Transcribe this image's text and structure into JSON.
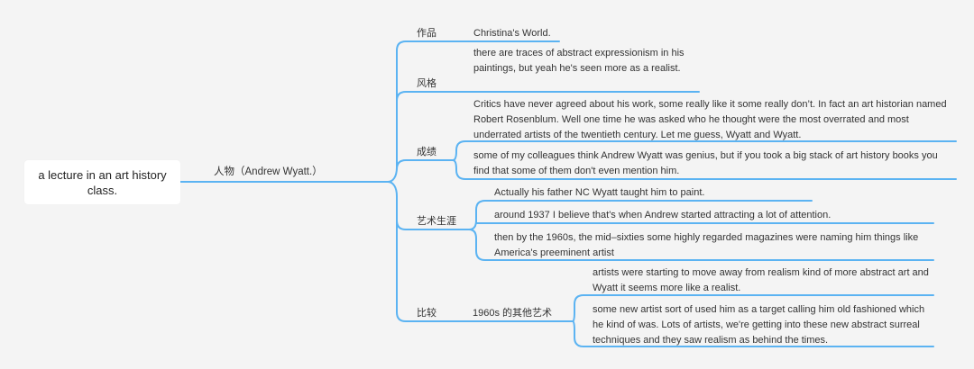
{
  "colors": {
    "line": "#5bb3f2",
    "background": "#f4f4f4",
    "root_bg": "#ffffff",
    "text": "#333333"
  },
  "root": {
    "text": "a lecture in an art history class."
  },
  "main_topic": {
    "text": "人物（Andrew Wyatt.）"
  },
  "branches": {
    "works": {
      "label": "作品",
      "leaf": "Christina's World."
    },
    "style": {
      "label": "风格",
      "leaf": "there are traces of abstract expressionism in his paintings, but yeah he's seen more as a realist."
    },
    "achievements": {
      "label": "成绩",
      "leaves": [
        "Critics have never agreed about his work, some really like it some really don’t. In fact an art historian named Robert Rosenblum. Well one time he was asked who he thought were the most overrated and most underrated artists of the twentieth century. Let me guess, Wyatt and Wyatt.",
        "some of my colleagues think Andrew Wyatt was genius, but if you took a big stack of art history books you find that some of them don't even mention him."
      ]
    },
    "career": {
      "label": "艺术生涯",
      "leaves": [
        "Actually his father NC Wyatt taught him to paint.",
        "around 1937 I believe that's when Andrew started attracting a lot of attention.",
        "then by the 1960s, the mid–sixties some highly regarded magazines were naming him things like America's preeminent artist"
      ]
    },
    "comparison": {
      "label": "比较",
      "sub_label": "1960s 的其他艺术",
      "leaves": [
        "artists were starting to move away from realism kind of more abstract art and Wyatt it seems more like a realist.",
        "some new artist sort of used him as a target calling him old fashioned which he kind of was. Lots of artists, we're getting into these new abstract surreal techniques and they saw realism as behind the times."
      ]
    }
  }
}
